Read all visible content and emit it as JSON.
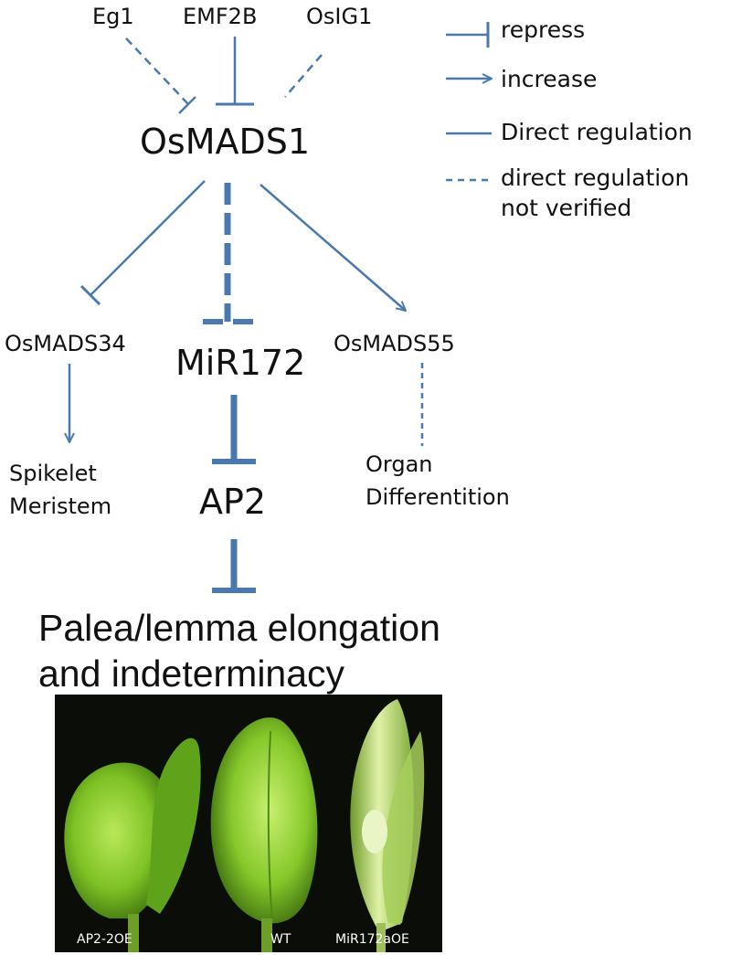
{
  "diagram": {
    "upstream": [
      "Eg1",
      "EMF2B",
      "OsIG1"
    ],
    "hub": "OsMADS1",
    "targets": {
      "left": "OsMADS34",
      "center": "MiR172",
      "right": "OsMADS55"
    },
    "outputs": {
      "left_line1": "Spikelet",
      "left_line2": "Meristem",
      "center": "AP2",
      "right_line1": "Organ",
      "right_line2": "Differentition"
    },
    "phenotype_line1": "Palea/lemma elongation",
    "phenotype_line2": "and indeterminacy"
  },
  "legend": {
    "repress": "repress",
    "increase": "increase",
    "direct": "Direct regulation",
    "unverified_line1": "direct regulation",
    "unverified_line2": "not verified"
  },
  "photo": {
    "labels": [
      "AP2-2OE",
      "WT",
      "MiR172aOE"
    ]
  },
  "colors": {
    "arrow": "#4a79b0",
    "photo_background": "#0b0d09",
    "grain_green": "#8fcf2a"
  }
}
